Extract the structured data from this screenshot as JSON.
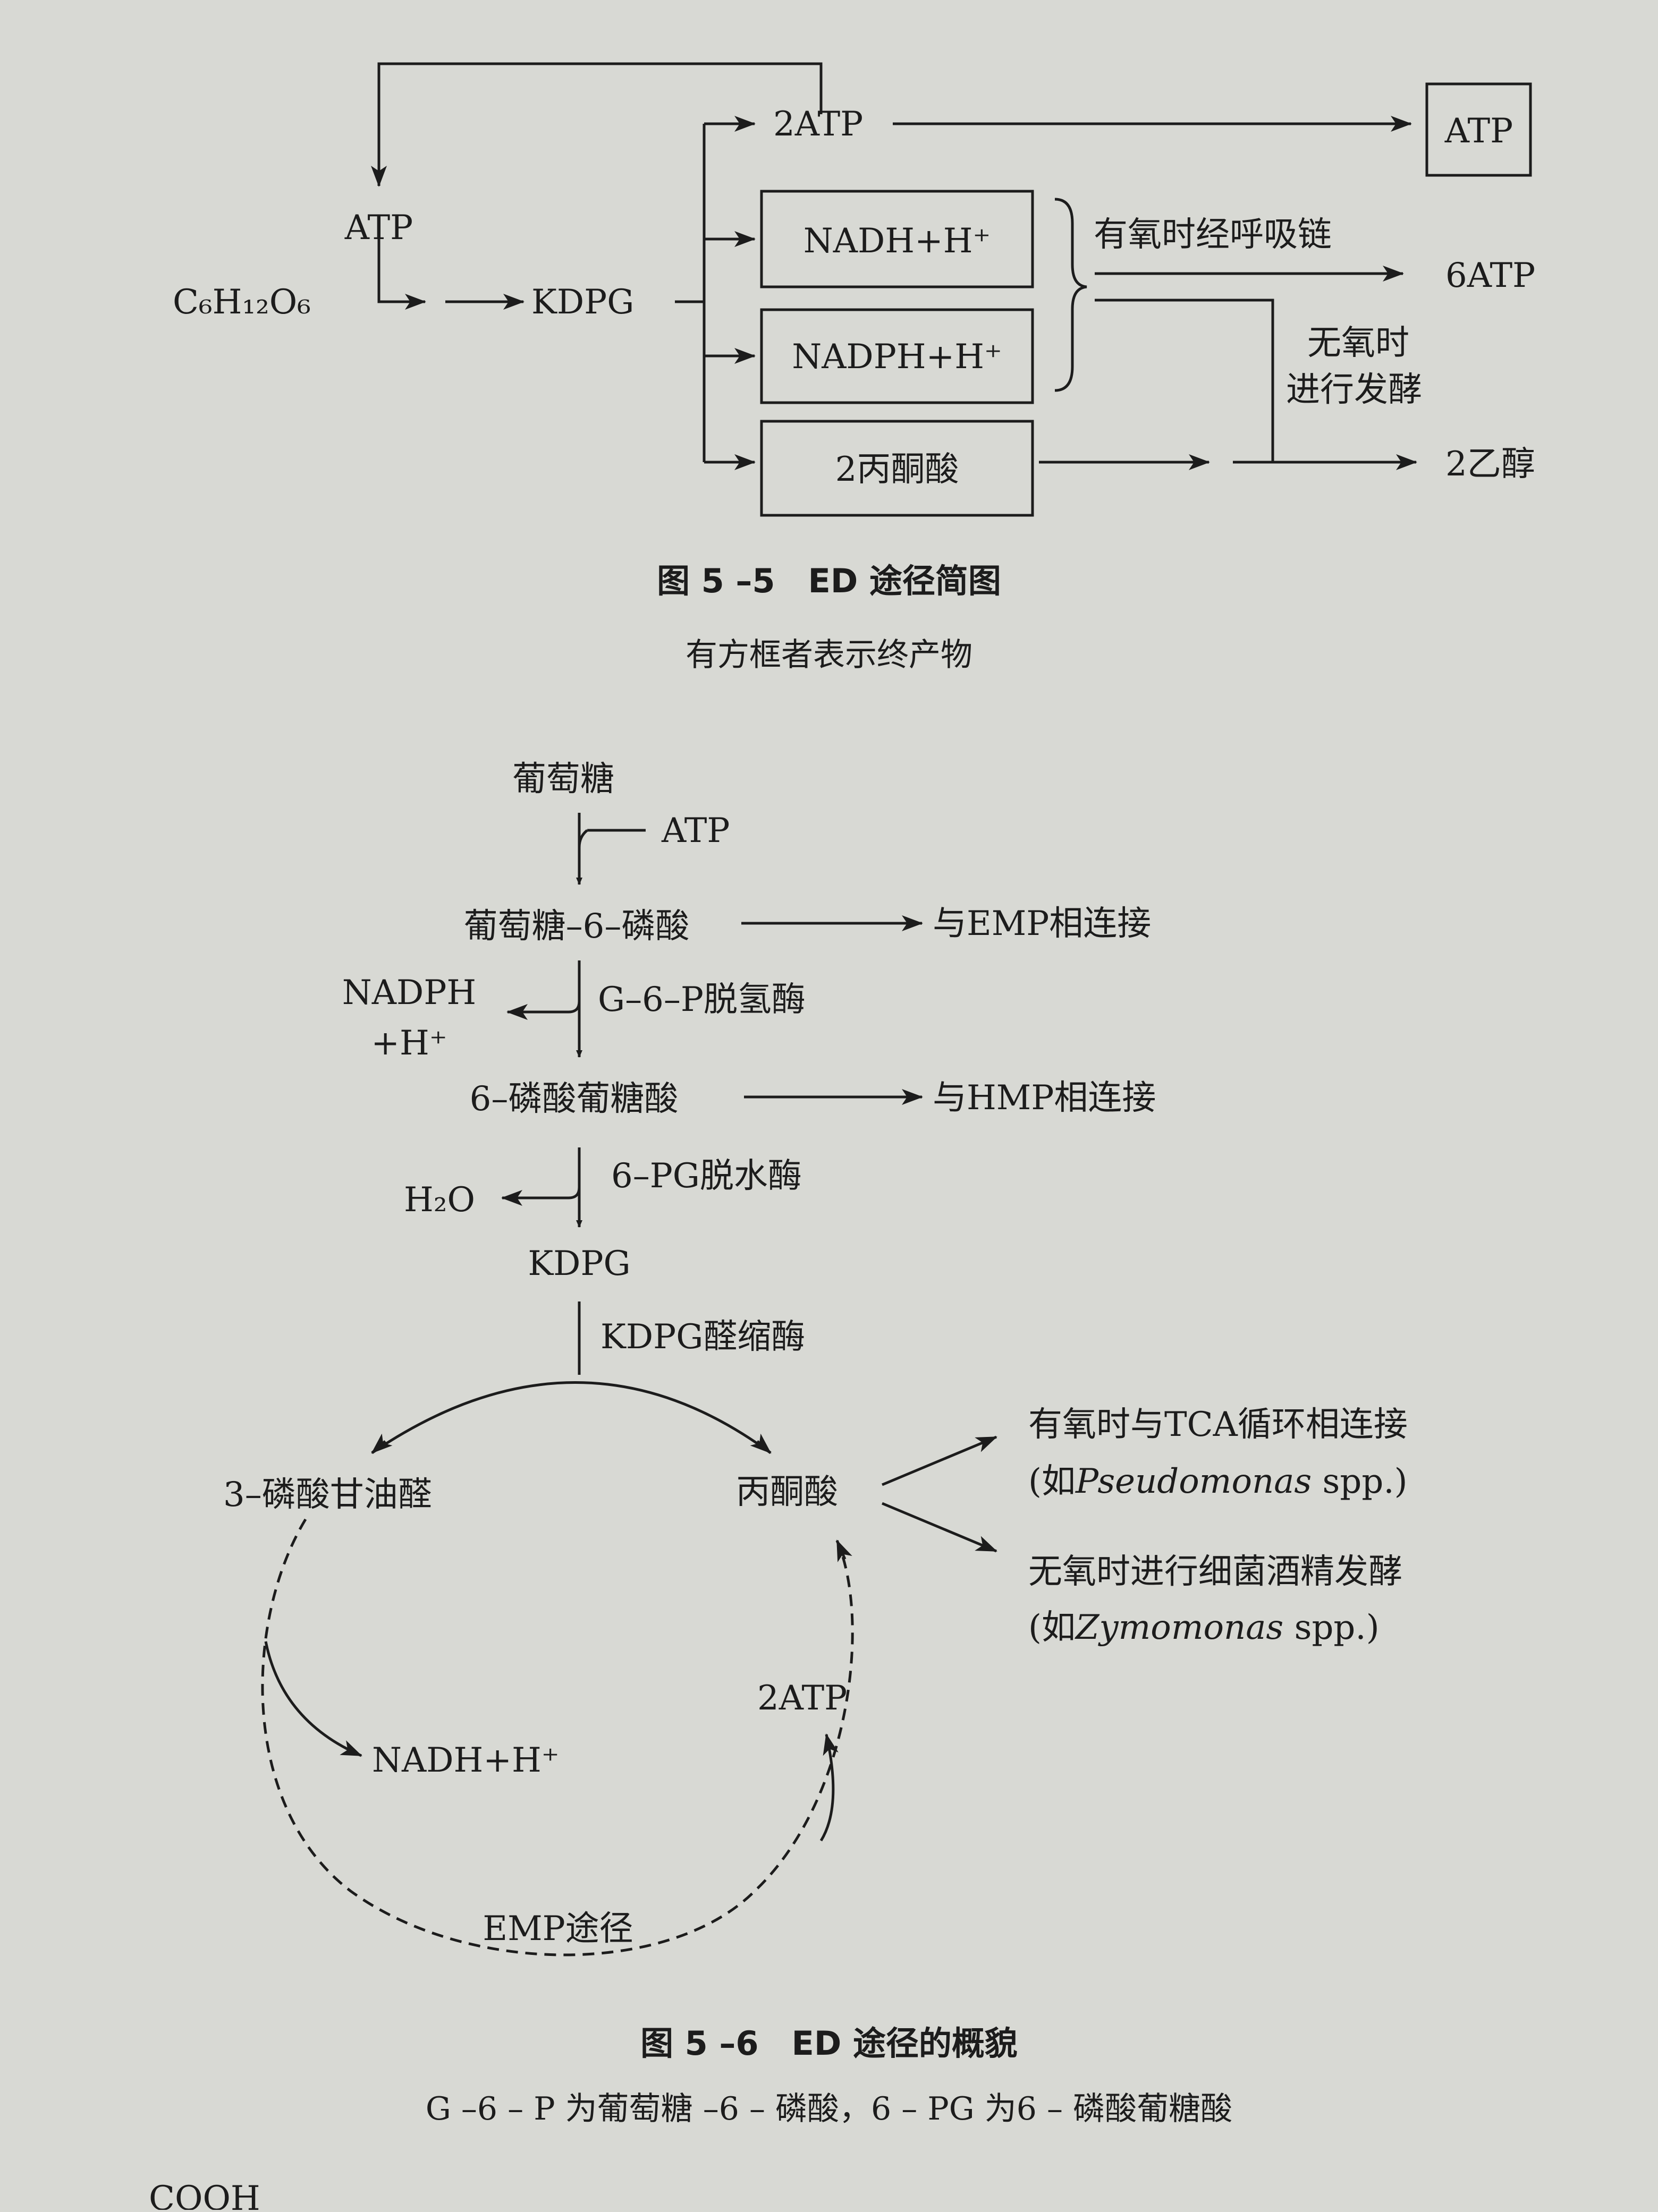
{
  "fig5": {
    "atp_top": "ATP",
    "glucose_formula": "C₆H₁₂O₆",
    "kdpg": "KDPG",
    "atp2": "2ATP",
    "atp_box": "ATP",
    "nadh": "NADH+H⁺",
    "nadph": "NADPH+H⁺",
    "pyruvate2": "2丙酮酸",
    "aerobic": "有氧时经呼吸链",
    "atp6": "6ATP",
    "anaerobic_1": "无氧时",
    "anaerobic_2": "进行发酵",
    "ethanol2": "2乙醇",
    "caption_title": "图 5 –5　ED 途径简图",
    "caption_note": "有方框者表示终产物"
  },
  "fig6": {
    "glucose": "葡萄糖",
    "atp": "ATP",
    "g6p": "葡萄糖–6–磷酸",
    "emp_link": "与EMP相连接",
    "nadph": "NADPH",
    "h_plus": "+H⁺",
    "g6p_enzyme": "G–6–P脱氢酶",
    "pg6": "6–磷酸葡糖酸",
    "hmp_link": "与HMP相连接",
    "h2o": "H₂O",
    "pg_enzyme": "6–PG脱水酶",
    "kdpg": "KDPG",
    "kdpg_enzyme": "KDPG醛缩酶",
    "g3p": "3–磷酸甘油醛",
    "pyruvate": "丙酮酸",
    "tca_1": "有氧时与TCA循环相连接",
    "tca_2_pre": "(如",
    "tca_2_italic": "Pseudomonas",
    "tca_2_post": " spp.)",
    "ferm_1": "无氧时进行细菌酒精发酵",
    "ferm_2_pre": "(如",
    "ferm_2_italic": "Zymomonas",
    "ferm_2_post": " spp.)",
    "atp2": "2ATP",
    "nadh": "NADH+H⁺",
    "emp": "EMP途径",
    "caption_title": "图 5 –6　ED 途径的概貌",
    "caption_note": "G –6 – P 为葡萄糖 –6 – 磷酸，6 – PG 为6 – 磷酸葡糖酸"
  },
  "bottom_fragment": "COOH",
  "colors": {
    "paper": "#d8d9d4",
    "ink": "#1c1c1c"
  }
}
